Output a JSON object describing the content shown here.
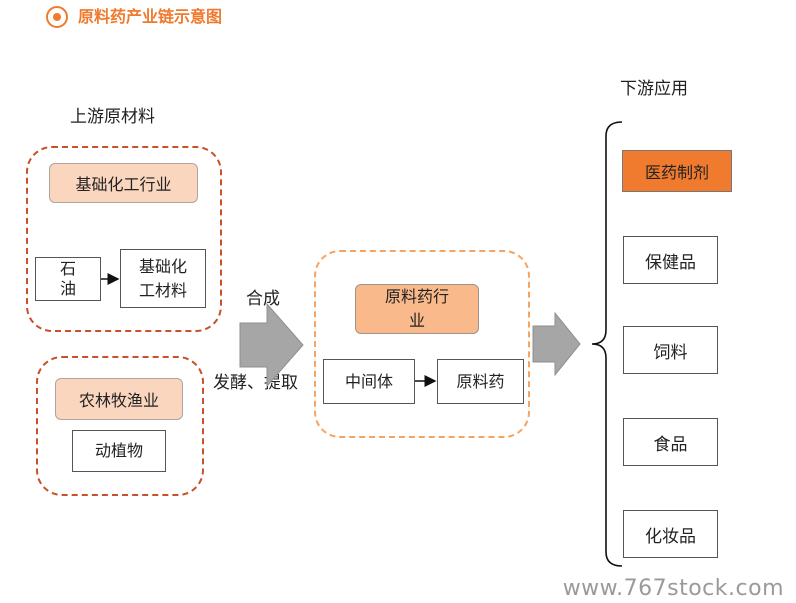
{
  "header": {
    "title": "原料药产业链示意图"
  },
  "upstream": {
    "label": "上游原材料",
    "chemical_group": {
      "title": "基础化工行业",
      "petroleum": "石\n油",
      "materials": "基础化\n工材料"
    },
    "agri_group": {
      "title": "农林牧渔业",
      "item": "动植物"
    }
  },
  "process": {
    "synthesis": "合成",
    "fermentation": "发酵、提取"
  },
  "midstream": {
    "title": "原料药行\n业",
    "intermediate": "中间体",
    "api": "原料药"
  },
  "downstream": {
    "label": "下游应用",
    "items": [
      "医药制剂",
      "保健品",
      "饲料",
      "食品",
      "化妆品"
    ]
  },
  "watermark": "www.767stock.com",
  "colors": {
    "accent": "#f07a2e",
    "peach": "#fbd6bf",
    "dash_dark": "#c8502a",
    "dash_light": "#f5a462",
    "arrow_gray": "#a6a6a6"
  }
}
